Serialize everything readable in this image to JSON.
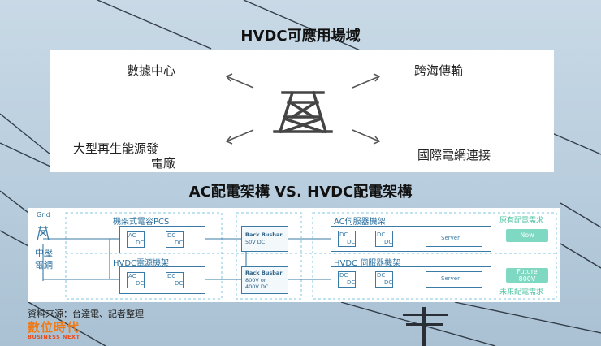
{
  "title_top": "HVDC可應用場域",
  "title_mid": "AC配電架構 VS. HVDC配電架構",
  "use_cases": {
    "data_center": "數據中心",
    "subsea": "跨海傳輸",
    "renewable_line1": "大型再生能源發",
    "renewable_line2": "電廠",
    "grid_link": "國際電網連接"
  },
  "diagram": {
    "grid_label": "Grid",
    "grid_cn_1": "中壓",
    "grid_cn_2": "電網",
    "pcs_label": "機架式電容PCS",
    "hvdc_power_rack": "HVDC電源機架",
    "ac_server_rack": "AC伺服器機架",
    "hvdc_server_rack": "HVDC 伺服器機架",
    "existing_label": "原有配電需求",
    "future_label": "未來配電需求",
    "now_pill": "Now",
    "future_pill_1": "Future",
    "future_pill_2": "800V",
    "busbar1_line1": "Rack Busbar",
    "busbar1_line2": "50V DC",
    "busbar2_line1": "Rack Busbar",
    "busbar2_line2": "800V or",
    "busbar2_line3": "400V DC",
    "server_label": "Server",
    "ac": "AC",
    "dc": "DC"
  },
  "source_text": "資料來源：台達電、記者整理",
  "logo_main": "數位時代",
  "logo_sub": "BUSINESS NEXT"
}
